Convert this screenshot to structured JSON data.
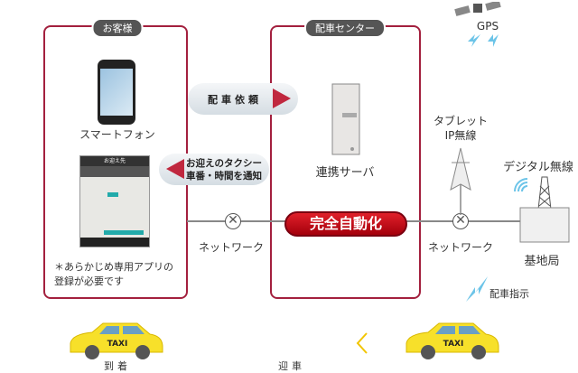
{
  "customer": {
    "label": "お客様",
    "smartphone": "スマートフォン",
    "note_line1": "＊あらかじめ専用アプリの",
    "note_line2": "登録が必要です",
    "app_title": "お迎え先"
  },
  "center": {
    "label": "配車センター",
    "server": "連携サーバ"
  },
  "arrows": {
    "request": "配車依頼",
    "notify_line1": "お迎えのタクシー",
    "notify_line2": "車番・時間を通知"
  },
  "network": {
    "left": "ネットワーク",
    "right": "ネットワーク"
  },
  "automation": "完全自動化",
  "tablet": {
    "line1": "タブレット",
    "line2": "IP無線"
  },
  "digital_radio": "デジタル無線",
  "base_station": "基地局",
  "dispatch_instruction": "配車指示",
  "gps": "GPS",
  "taxi": {
    "sign": "TAXI",
    "arrived": "到着",
    "pickup": "迎車"
  },
  "colors": {
    "frame": "#a3203e",
    "auto": "#c8101c",
    "taxi": "#f7e02a",
    "signal": "#6cc4e8"
  }
}
